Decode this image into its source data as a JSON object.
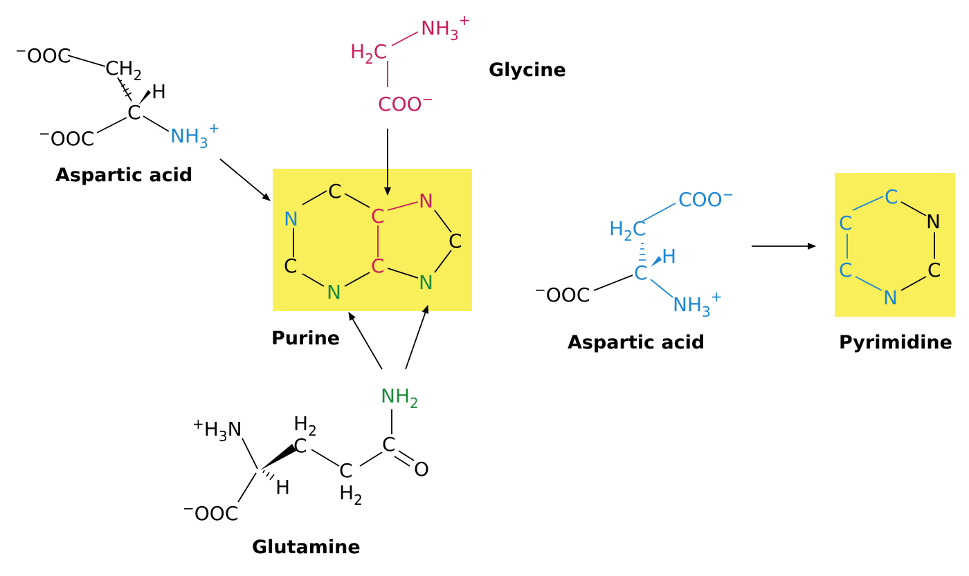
{
  "labels": {
    "aspartic_acid_left": "Aspartic acid",
    "glycine": "Glycine",
    "purine": "Purine",
    "glutamine": "Glutamine",
    "aspartic_acid_right": "Aspartic acid",
    "pyrimidine": "Pyrimidine"
  },
  "atoms": {
    "C": "C",
    "N": "N",
    "H": "H",
    "O": "O",
    "OOC": "OOC",
    "COO": "COO",
    "CH": "CH",
    "H_left": "H",
    "NH": "NH",
    "H3N": "H",
    "N_letter": "N",
    "minus": "−",
    "plus": "+",
    "two": "2",
    "three": "3"
  },
  "colors": {
    "black": "#000000",
    "aspartate_blue": "#1a86d6",
    "glycine_magenta": "#cc1a5a",
    "glutamine_green": "#1a8a3a",
    "highlight_yellow": "#f9ef5a"
  }
}
